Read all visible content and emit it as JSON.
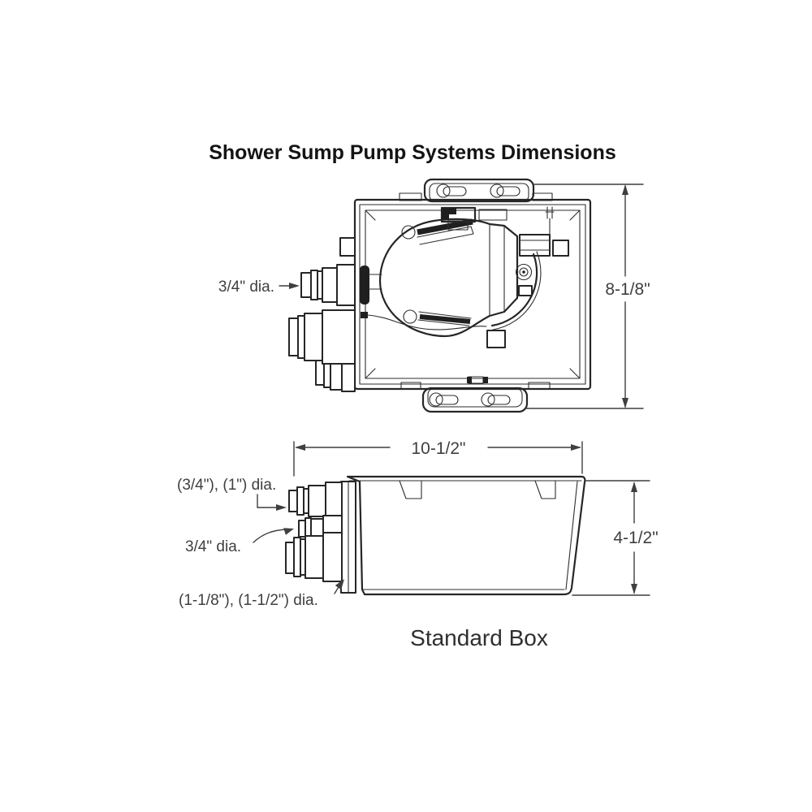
{
  "title": "Shower Sump Pump Systems Dimensions",
  "caption": "Standard Box",
  "top_view": {
    "inlet_label": "3/4\" dia.",
    "height_dimension": "8-1/8\""
  },
  "side_view": {
    "width_dimension": "10-1/2\"",
    "height_dimension": "4-1/2\"",
    "top_fitting_label": "(3/4\"), (1\") dia.",
    "middle_fitting_label": "3/4\" dia.",
    "bottom_fitting_label": "(1-1/8\"), (1-1/2\") dia."
  },
  "colors": {
    "line": "#262626",
    "dimension_text": "#3f3f3f",
    "title_text": "#141414",
    "background": "#ffffff"
  }
}
